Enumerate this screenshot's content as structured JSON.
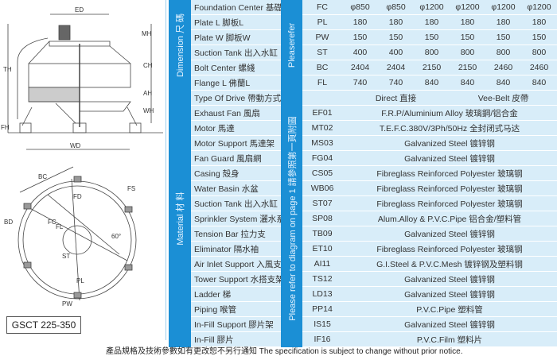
{
  "model": "GSCT 225-350",
  "diagram_labels": {
    "ed": "ED",
    "th": "TH",
    "mh": "MH",
    "ch": "CH",
    "ah": "AH",
    "wh": "WH",
    "fh": "FH",
    "wd": "WD",
    "bc": "BC",
    "bd": "BD",
    "fd": "FD",
    "fc": "FC",
    "fl": "FL",
    "st": "ST",
    "fs": "FS",
    "angle": "60°",
    "pl": "PL",
    "pw": "PW"
  },
  "dimension": {
    "section_label": "Dimension 尺 碼",
    "refer_label": "Pleaserefer",
    "rows": [
      {
        "label": "Foundation Center 基礎",
        "code": "FC",
        "values": [
          "φ850",
          "φ850",
          "φ1200",
          "φ1200",
          "φ1200",
          "φ1200"
        ]
      },
      {
        "label": "Plate L 脚板L",
        "code": "PL",
        "values": [
          "180",
          "180",
          "180",
          "180",
          "180",
          "180"
        ]
      },
      {
        "label": "Plate W 脚板W",
        "code": "PW",
        "values": [
          "150",
          "150",
          "150",
          "150",
          "150",
          "150"
        ]
      },
      {
        "label": "Suction Tank 出入水缸",
        "code": "ST",
        "values": [
          "400",
          "400",
          "800",
          "800",
          "800",
          "800"
        ]
      },
      {
        "label": "Bolt Center 螺綫",
        "code": "BC",
        "values": [
          "2404",
          "2404",
          "2150",
          "2150",
          "2460",
          "2460"
        ]
      },
      {
        "label": "Flange L 佛蘭L",
        "code": "FL",
        "values": [
          "740",
          "740",
          "840",
          "840",
          "840",
          "840"
        ]
      }
    ]
  },
  "material": {
    "section_label": "Material 材 料",
    "refer_label": "Please refer to diagram on page 1 請參照第一頁附圖",
    "drive": {
      "label": "Type Of Drive 帶動方式",
      "direct": "Direct 直接",
      "belt": "Vee-Belt 皮帶"
    },
    "rows": [
      {
        "label": "Exhaust Fan 風扇",
        "code": "EF01",
        "value": "F.R.P/Aluminium Alloy 玻璃鋼/铝合金"
      },
      {
        "label": "Motor 馬達",
        "code": "MT02",
        "value": "T.E.F.C.380V/3Ph/50Hz 全封闭式马达"
      },
      {
        "label": "Motor Support 馬達架",
        "code": "MS03",
        "value": "Galvanized Steel 镀锌钢"
      },
      {
        "label": "Fan Guard 風扇網",
        "code": "FG04",
        "value": "Galvanized Steel 镀锌钢"
      },
      {
        "label": "Casing 殻身",
        "code": "CS05",
        "value": "Fibreglass Reinforced Polyester 玻璃钢"
      },
      {
        "label": "Water Basin 水盆",
        "code": "WB06",
        "value": "Fibreglass Reinforced Polyester 玻璃钢"
      },
      {
        "label": "Suction Tank 出入水缸",
        "code": "ST07",
        "value": "Fibreglass Reinforced Polyester 玻璃钢"
      },
      {
        "label": "Sprinkler System 灑水系統",
        "code": "SP08",
        "value": "Alum.Alloy & P.V.C.Pipe 铝合金/塑料管"
      },
      {
        "label": "Tension Bar 拉力支",
        "code": "TB09",
        "value": "Galvanized Steel 镀锌钢"
      },
      {
        "label": "Eliminator 隔水袖",
        "code": "ET10",
        "value": "Fibreglass Reinforced Polyester 玻璃钢"
      },
      {
        "label": "Air Inlet Support 入風支架",
        "code": "AI11",
        "value": "G.I.Steel & P.V.C.Mesh 镀锌钢及塑料钢"
      },
      {
        "label": "Tower Support 水搭支架",
        "code": "TS12",
        "value": "Galvanized Steel 镀锌钢"
      },
      {
        "label": "Ladder 梯",
        "code": "LD13",
        "value": "Galvanized Steel 镀锌钢"
      },
      {
        "label": "Piping 喉管",
        "code": "PP14",
        "value": "P.V.C.Pipe 塑料管"
      },
      {
        "label": "In-Fill Support 膠片架",
        "code": "IS15",
        "value": "Galvanized Steel 镀锌钢"
      },
      {
        "label": "In-Fill 膠片",
        "code": "IF16",
        "value": "P.V.C.Film 塑料片"
      }
    ]
  },
  "footer": "產品規格及技術參數如有更改恕不另行通知  The specification is subject to change without prior notice."
}
